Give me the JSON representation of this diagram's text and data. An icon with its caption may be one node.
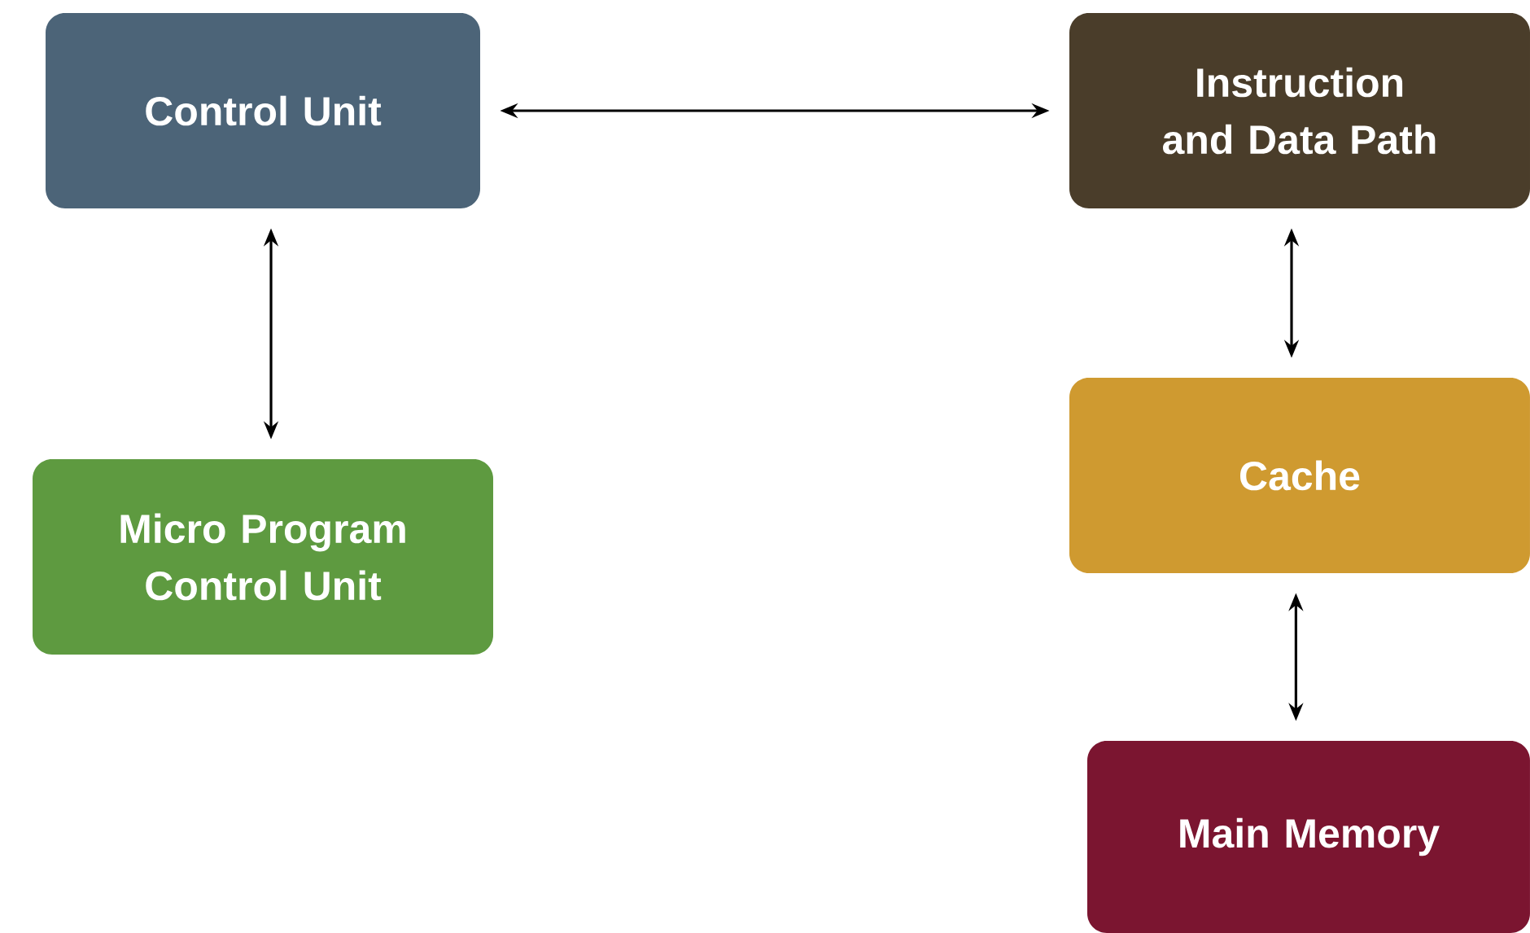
{
  "diagram": {
    "nodes": [
      {
        "text": [
          "Control Unit"
        ]
      },
      {
        "text": [
          "Instruction and Data Path"
        ]
      },
      {
        "text": [
          "Micro Program Control Unit"
        ]
      },
      {
        "text": [
          "Cache"
        ]
      },
      {
        "text": [
          "Main Memory"
        ]
      }
    ],
    "edges": [
      {
        "from": 0,
        "to": 1,
        "arrow": "both"
      },
      {
        "from": 0,
        "to": 2,
        "arrow": "both"
      },
      {
        "from": 1,
        "to": 3,
        "arrow": "both"
      },
      {
        "from": 3,
        "to": 4,
        "arrow": "both"
      }
    ]
  }
}
